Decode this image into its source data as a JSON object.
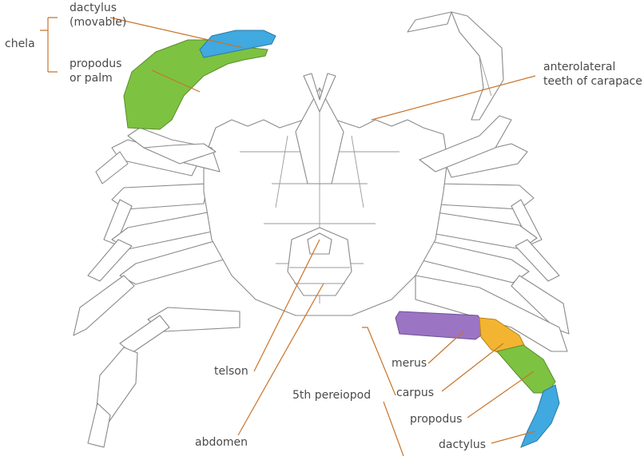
{
  "labels": {
    "chela": "chela",
    "dactylus_movable_1": "dactylus",
    "dactylus_movable_2": "(movable)",
    "propodus_palm_1": "propodus",
    "propodus_palm_2": "or palm",
    "anterolateral_1": "anterolateral",
    "anterolateral_2": "teeth of carapace",
    "merus": "merus",
    "carpus": "carpus",
    "propodus": "propodus",
    "dactylus": "dactylus",
    "telson": "telson",
    "fifth_pereiopod": "5th pereiopod",
    "abdomen": "abdomen"
  },
  "colors": {
    "dactylus": "#3fa9e0",
    "propodus": "#7ec242",
    "merus": "#9b74c4",
    "carpus": "#f3b431",
    "leader": "#c8742a",
    "outline": "#8a8a8a",
    "text": "#4a4a4a"
  }
}
